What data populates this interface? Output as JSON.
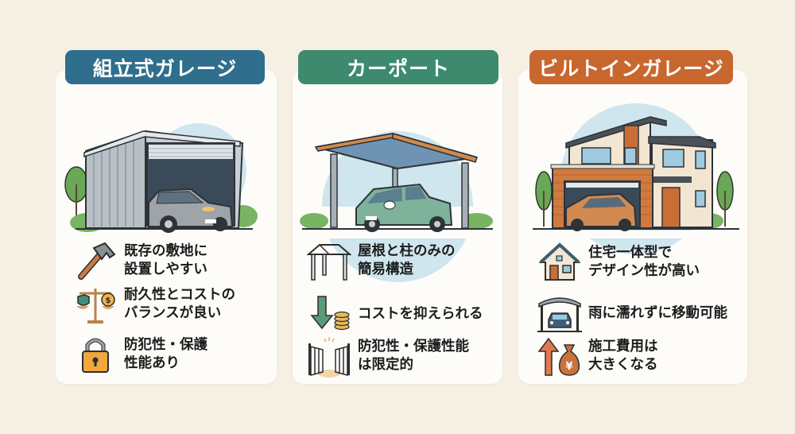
{
  "cards": [
    {
      "title": "組立式ガレージ",
      "color": "#2f6e8c",
      "illustration": "prefab-steel-garage-with-silver-sedan",
      "features": [
        {
          "icon": "hammer-icon",
          "text": "既存の敷地に\n設置しやすい"
        },
        {
          "icon": "balance-scale-icon",
          "text": "耐久性とコストの\nバランスが良い"
        },
        {
          "icon": "padlock-icon",
          "text": "防犯性・保護\n性能あり"
        }
      ]
    },
    {
      "title": "カーポート",
      "color": "#3d8a6e",
      "illustration": "carport-with-green-compact-car",
      "features": [
        {
          "icon": "carport-frame-icon",
          "text": "屋根と柱のみの\n簡易構造"
        },
        {
          "icon": "down-arrow-coins-icon",
          "text": "コストを抑えられる"
        },
        {
          "icon": "open-gate-icon",
          "text": "防犯性・保護性能\nは限定的"
        }
      ]
    },
    {
      "title": "ビルトインガレージ",
      "color": "#c8672e",
      "illustration": "house-with-built-in-garage-and-orange-suv",
      "features": [
        {
          "icon": "house-icon",
          "text": "住宅一体型で\nデザイン性が高い"
        },
        {
          "icon": "covered-car-icon",
          "text": "雨に濡れずに移動可能"
        },
        {
          "icon": "up-arrow-money-bag-icon",
          "text": "施工費用は\n大きくなる"
        }
      ]
    }
  ]
}
